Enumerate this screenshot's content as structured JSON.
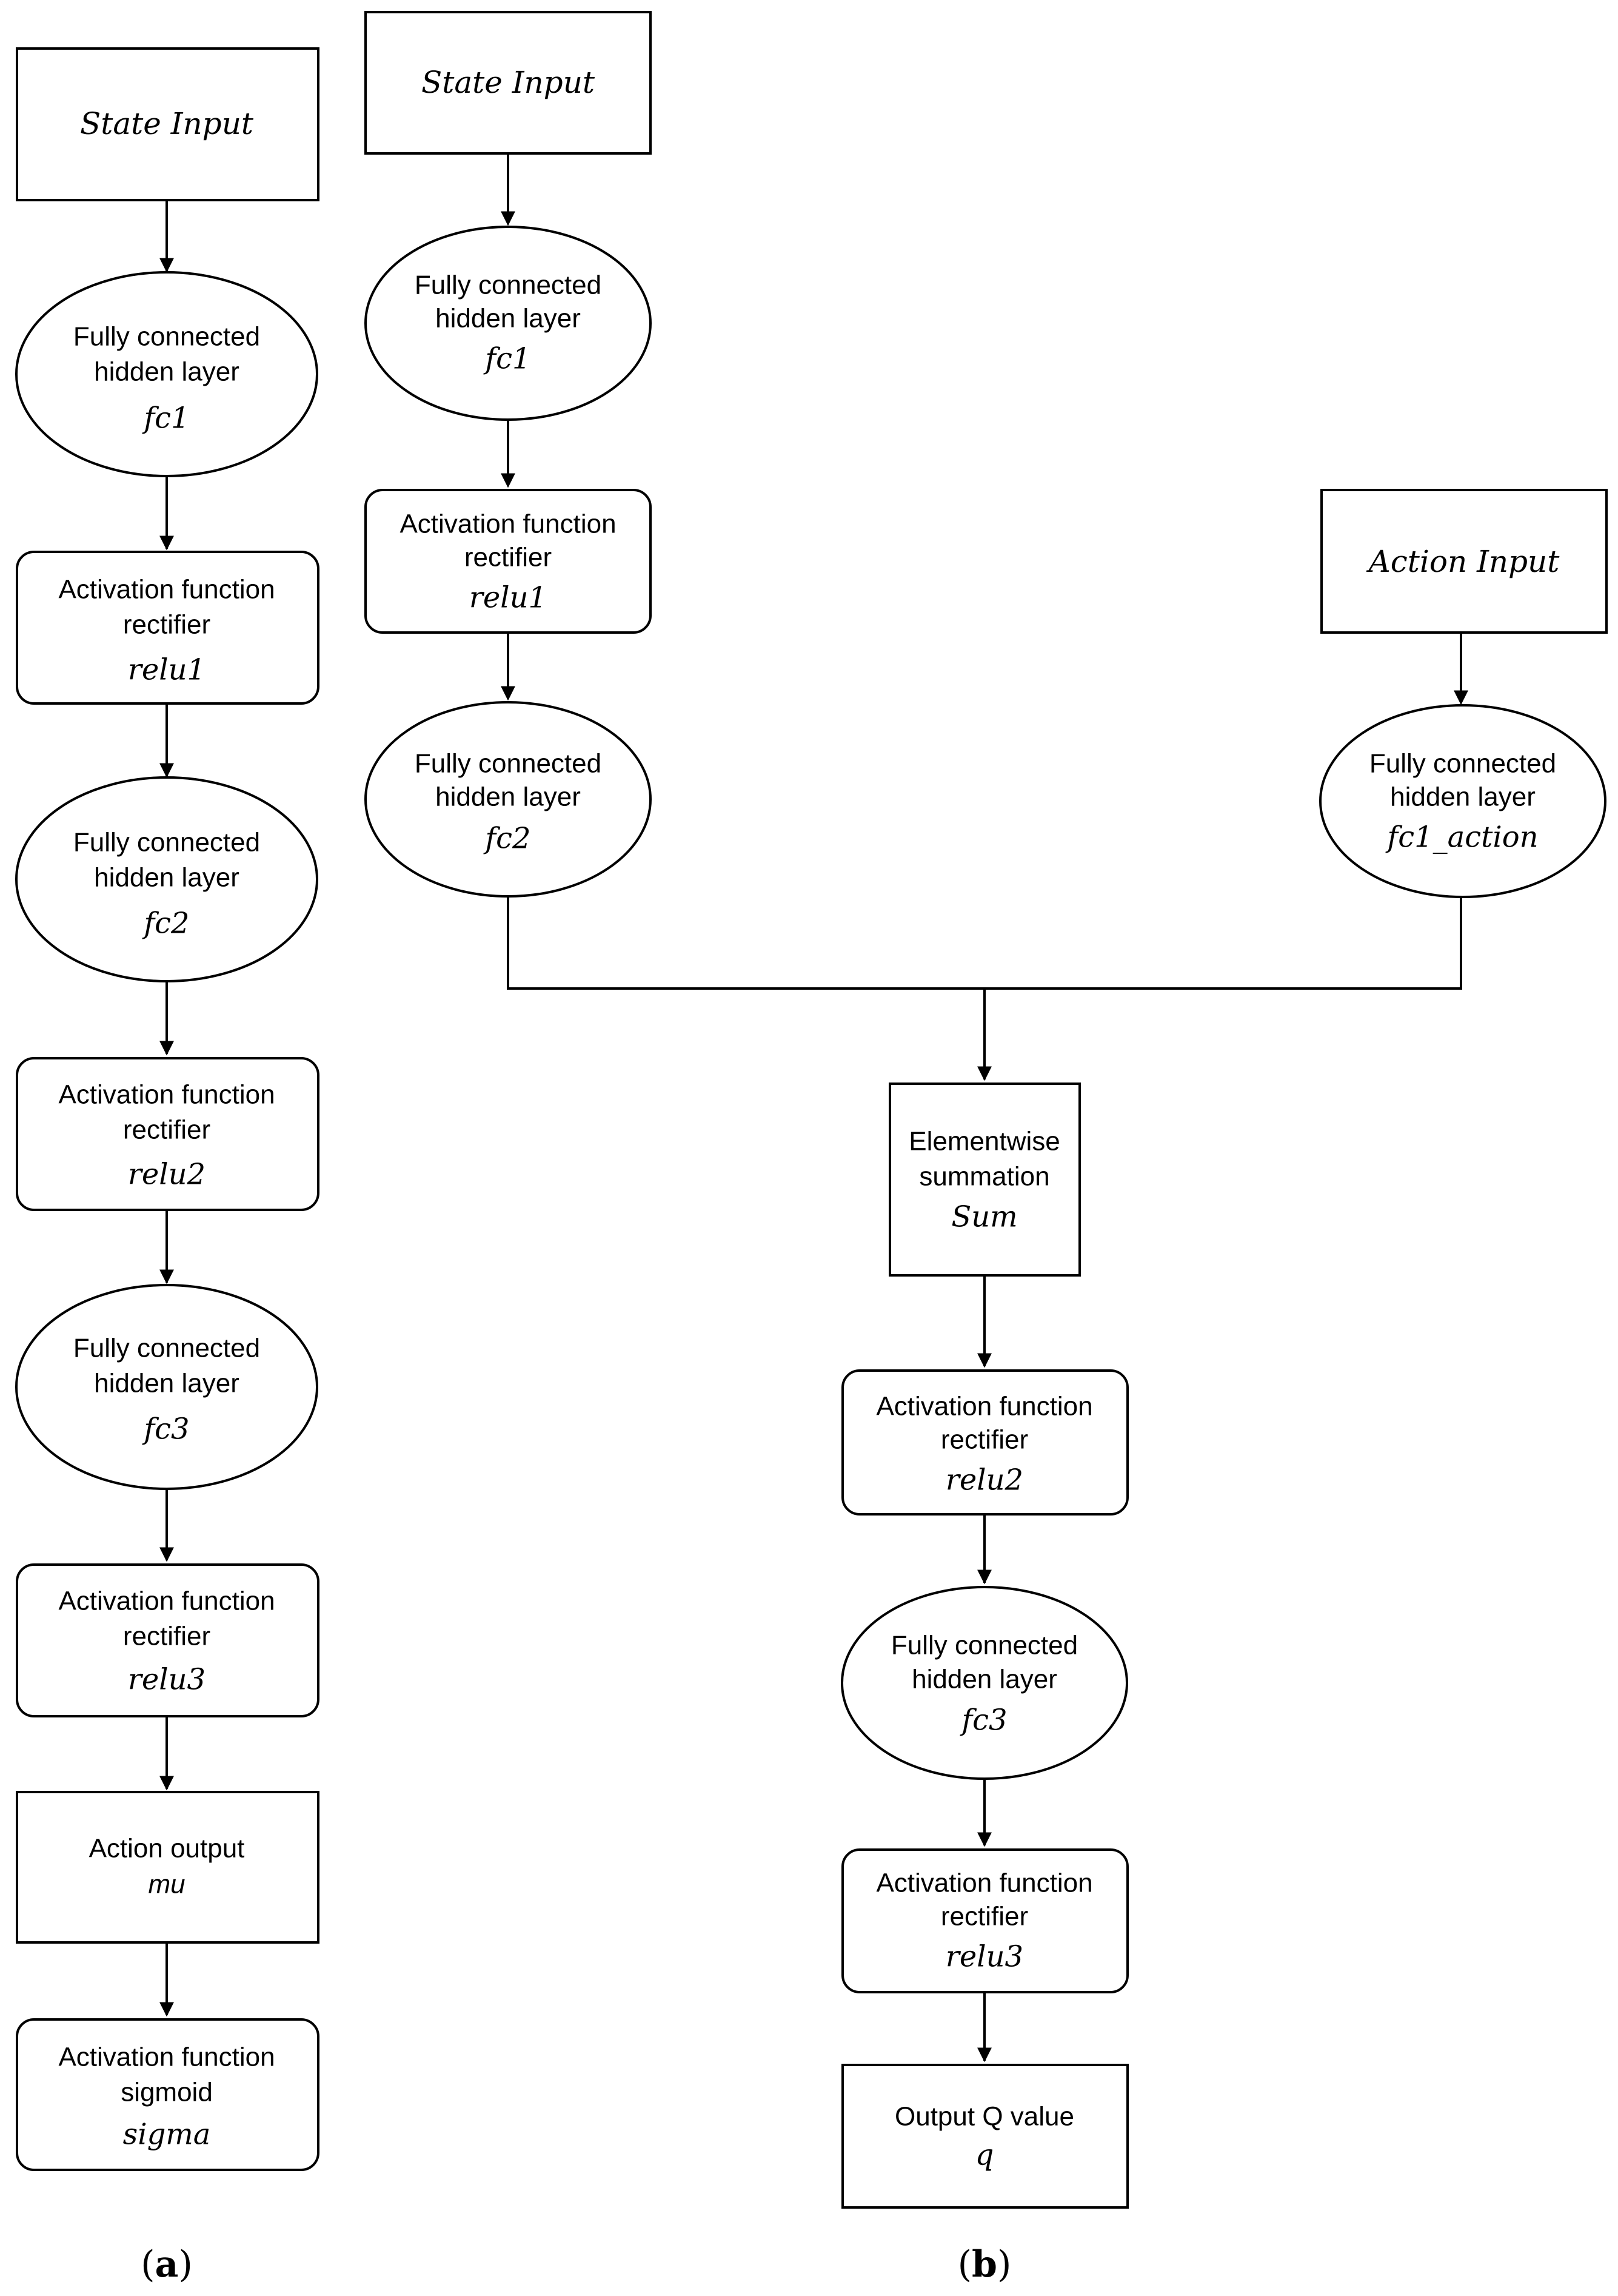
{
  "diagram_a": {
    "nodes": [
      {
        "id": "a-state-input",
        "lines": [
          {
            "text": "State Input",
            "style": "serif-lg"
          }
        ]
      },
      {
        "id": "a-fc1",
        "lines": [
          {
            "text": "Fully connected",
            "style": "sans"
          },
          {
            "text": "hidden layer",
            "style": "sans"
          },
          {
            "text": "fc1",
            "style": "serif"
          }
        ]
      },
      {
        "id": "a-relu1",
        "lines": [
          {
            "text": "Activation function",
            "style": "sans"
          },
          {
            "text": "rectifier",
            "style": "sans"
          },
          {
            "text": "relu1",
            "style": "serif"
          }
        ]
      },
      {
        "id": "a-fc2",
        "lines": [
          {
            "text": "Fully connected",
            "style": "sans"
          },
          {
            "text": "hidden layer",
            "style": "sans"
          },
          {
            "text": "fc2",
            "style": "serif"
          }
        ]
      },
      {
        "id": "a-relu2",
        "lines": [
          {
            "text": "Activation function",
            "style": "sans"
          },
          {
            "text": "rectifier",
            "style": "sans"
          },
          {
            "text": "relu2",
            "style": "serif"
          }
        ]
      },
      {
        "id": "a-fc3",
        "lines": [
          {
            "text": "Fully connected",
            "style": "sans"
          },
          {
            "text": "hidden layer",
            "style": "sans"
          },
          {
            "text": "fc3",
            "style": "serif"
          }
        ]
      },
      {
        "id": "a-relu3",
        "lines": [
          {
            "text": "Activation function",
            "style": "sans"
          },
          {
            "text": "rectifier",
            "style": "sans"
          },
          {
            "text": "relu3",
            "style": "serif"
          }
        ]
      },
      {
        "id": "a-action-output",
        "lines": [
          {
            "text": "Action output",
            "style": "sans"
          },
          {
            "text": "mu",
            "style": "sans-italic"
          }
        ]
      },
      {
        "id": "a-sigmoid",
        "lines": [
          {
            "text": "Activation function",
            "style": "sans"
          },
          {
            "text": "sigmoid",
            "style": "sans"
          },
          {
            "text": "sigma",
            "style": "serif"
          }
        ]
      }
    ],
    "caption": {
      "open": "(",
      "letter": "a",
      "close": ")"
    }
  },
  "diagram_b": {
    "nodes": [
      {
        "id": "b-state-input",
        "lines": [
          {
            "text": "State Input",
            "style": "serif-lg"
          }
        ]
      },
      {
        "id": "b-fc1",
        "lines": [
          {
            "text": "Fully connected",
            "style": "sans"
          },
          {
            "text": "hidden layer",
            "style": "sans"
          },
          {
            "text": "fc1",
            "style": "serif"
          }
        ]
      },
      {
        "id": "b-relu1",
        "lines": [
          {
            "text": "Activation function",
            "style": "sans"
          },
          {
            "text": "rectifier",
            "style": "sans"
          },
          {
            "text": "relu1",
            "style": "serif"
          }
        ]
      },
      {
        "id": "b-fc2",
        "lines": [
          {
            "text": "Fully connected",
            "style": "sans"
          },
          {
            "text": "hidden layer",
            "style": "sans"
          },
          {
            "text": "fc2",
            "style": "serif"
          }
        ]
      },
      {
        "id": "b-action-input",
        "lines": [
          {
            "text": "Action Input",
            "style": "serif-lg"
          }
        ]
      },
      {
        "id": "b-fc1-action",
        "lines": [
          {
            "text": "Fully connected",
            "style": "sans"
          },
          {
            "text": "hidden layer",
            "style": "sans"
          },
          {
            "text": "fc1_action",
            "style": "serif"
          }
        ]
      },
      {
        "id": "b-sum",
        "lines": [
          {
            "text": "Elementwise",
            "style": "sans"
          },
          {
            "text": "summation",
            "style": "sans"
          },
          {
            "text": "Sum",
            "style": "serif"
          }
        ]
      },
      {
        "id": "b-relu2",
        "lines": [
          {
            "text": "Activation function",
            "style": "sans"
          },
          {
            "text": "rectifier",
            "style": "sans"
          },
          {
            "text": "relu2",
            "style": "serif"
          }
        ]
      },
      {
        "id": "b-fc3",
        "lines": [
          {
            "text": "Fully connected",
            "style": "sans"
          },
          {
            "text": "hidden layer",
            "style": "sans"
          },
          {
            "text": "fc3",
            "style": "serif"
          }
        ]
      },
      {
        "id": "b-relu3",
        "lines": [
          {
            "text": "Activation function",
            "style": "sans"
          },
          {
            "text": "rectifier",
            "style": "sans"
          },
          {
            "text": "relu3",
            "style": "serif"
          }
        ]
      },
      {
        "id": "b-output-q",
        "lines": [
          {
            "text": "Output Q value",
            "style": "sans"
          },
          {
            "text": "q",
            "style": "serif"
          }
        ]
      }
    ],
    "caption": {
      "open": "(",
      "letter": "b",
      "close": ")"
    }
  }
}
